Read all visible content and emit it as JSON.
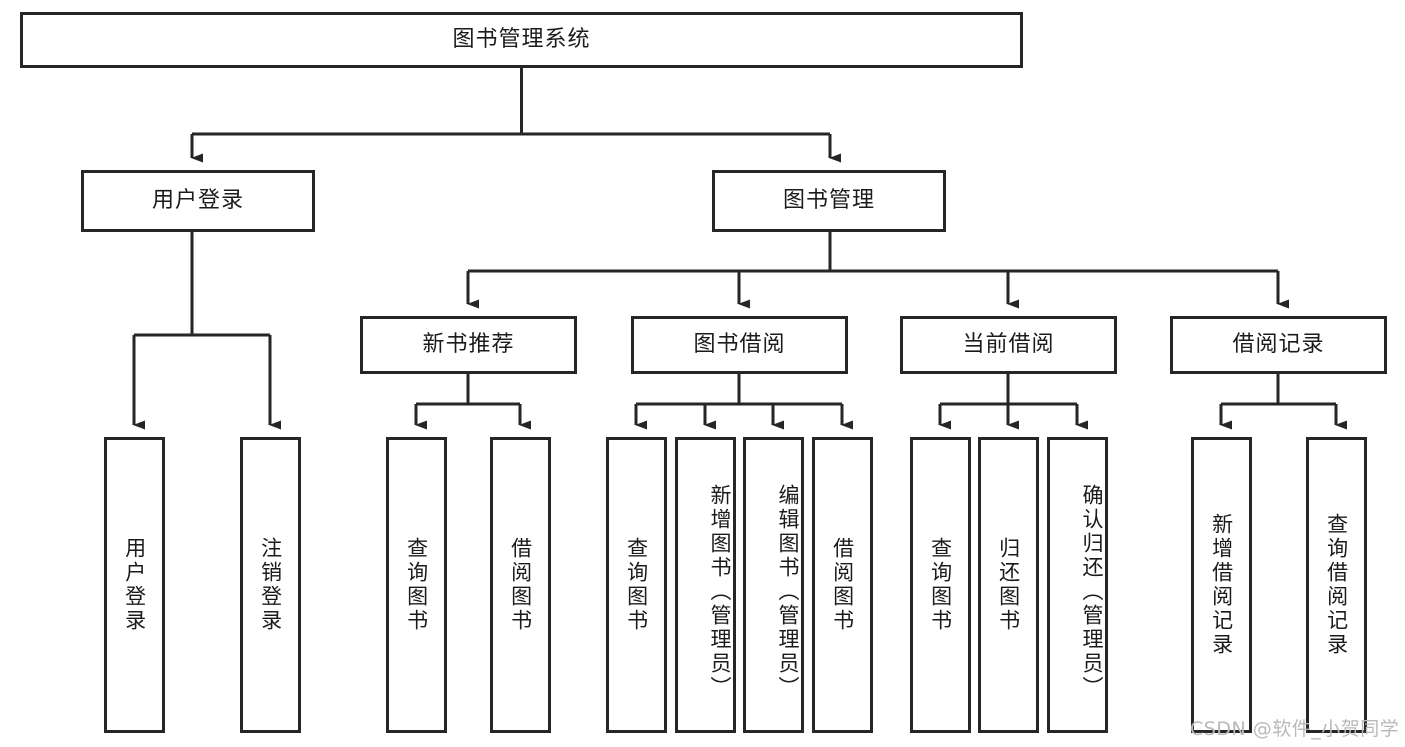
{
  "diagram": {
    "title_node": {
      "label": "图书管理系统"
    },
    "level2": [
      {
        "id": "user-login",
        "label": "用户登录"
      },
      {
        "id": "book-manage",
        "label": "图书管理"
      }
    ],
    "level3": [
      {
        "id": "new-book-recommend",
        "label": "新书推荐"
      },
      {
        "id": "book-borrow",
        "label": "图书借阅"
      },
      {
        "id": "current-borrow",
        "label": "当前借阅"
      },
      {
        "id": "borrow-record",
        "label": "借阅记录"
      }
    ],
    "leaves": {
      "user_login": [
        {
          "id": "leaf-user-login",
          "label": "用户登录"
        },
        {
          "id": "leaf-logout-login",
          "label": "注销登录"
        }
      ],
      "new_book_recommend": [
        {
          "id": "leaf-query-book-1",
          "label": "查询图书"
        },
        {
          "id": "leaf-borrow-book-1",
          "label": "借阅图书"
        }
      ],
      "book_borrow": [
        {
          "id": "leaf-query-book-2",
          "label": "查询图书"
        },
        {
          "id": "leaf-add-book",
          "label": "新增图书（管理员）"
        },
        {
          "id": "leaf-edit-book",
          "label": "编辑图书（管理员）"
        },
        {
          "id": "leaf-borrow-book-2",
          "label": "借阅图书"
        }
      ],
      "current_borrow": [
        {
          "id": "leaf-query-book-3",
          "label": "查询图书"
        },
        {
          "id": "leaf-return-book",
          "label": "归还图书"
        },
        {
          "id": "leaf-confirm-return",
          "label": "确认归还（管理员）"
        }
      ],
      "borrow_record": [
        {
          "id": "leaf-add-borrow-record",
          "label": "新增借阅记录"
        },
        {
          "id": "leaf-query-borrow-record",
          "label": "查询借阅记录"
        }
      ]
    },
    "watermark": {
      "text": "CSDN @软件_小贺同学"
    },
    "colors": {
      "stroke": "#262626",
      "background": "#ffffff",
      "text": "#1b1b1b",
      "watermark": "#b9b9b9"
    }
  }
}
